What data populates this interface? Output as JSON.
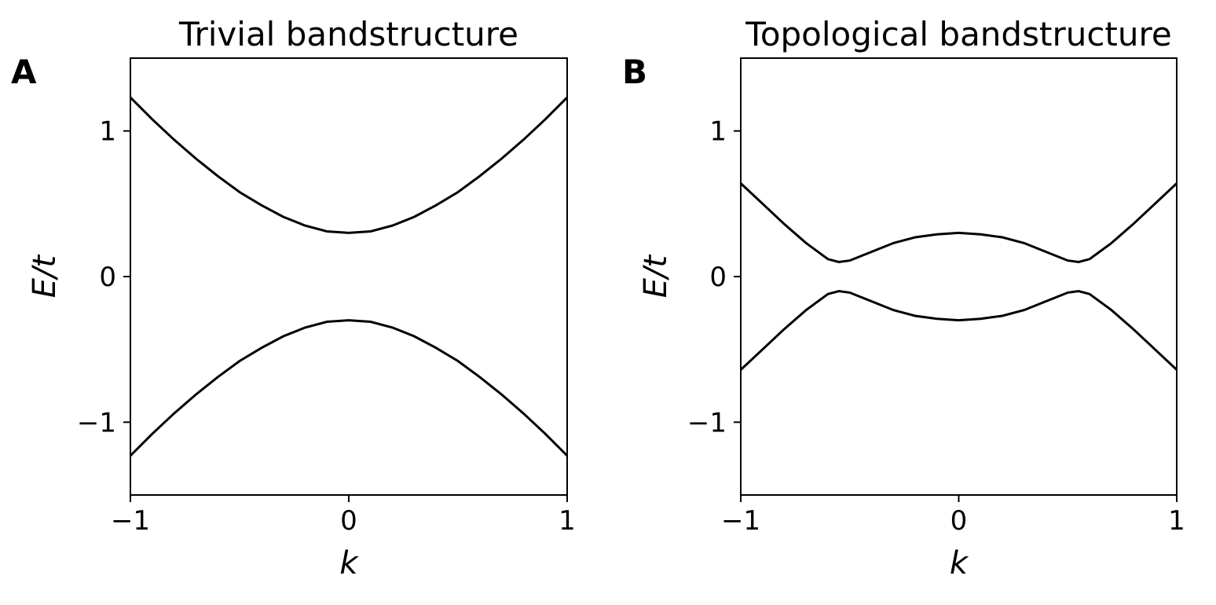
{
  "chart_data": [
    {
      "type": "line",
      "panel_label": "A",
      "title": "Trivial bandstructure",
      "xlabel": "k",
      "ylabel": "E/t",
      "xlim": [
        -1,
        1
      ],
      "ylim": [
        -1.5,
        1.5
      ],
      "xticks": [
        -1,
        0,
        1
      ],
      "xtick_labels": [
        "−1",
        "0",
        "1"
      ],
      "yticks": [
        -1,
        0,
        1
      ],
      "ytick_labels": [
        "−1",
        "0",
        "1"
      ],
      "grid": false,
      "series": [
        {
          "x": [
            -1,
            -0.9,
            -0.8,
            -0.7,
            -0.6,
            -0.5,
            -0.4,
            -0.3,
            -0.2,
            -0.1,
            0,
            0.1,
            0.2,
            0.3,
            0.4,
            0.5,
            0.6,
            0.7,
            0.8,
            0.9,
            1
          ],
          "y": [
            1.23,
            1.08,
            0.94,
            0.81,
            0.69,
            0.58,
            0.49,
            0.41,
            0.35,
            0.31,
            0.3,
            0.31,
            0.35,
            0.41,
            0.49,
            0.58,
            0.69,
            0.81,
            0.94,
            1.08,
            1.23
          ]
        },
        {
          "x": [
            -1,
            -0.9,
            -0.8,
            -0.7,
            -0.6,
            -0.5,
            -0.4,
            -0.3,
            -0.2,
            -0.1,
            0,
            0.1,
            0.2,
            0.3,
            0.4,
            0.5,
            0.6,
            0.7,
            0.8,
            0.9,
            1
          ],
          "y": [
            -1.23,
            -1.08,
            -0.94,
            -0.81,
            -0.69,
            -0.58,
            -0.49,
            -0.41,
            -0.35,
            -0.31,
            -0.3,
            -0.31,
            -0.35,
            -0.41,
            -0.49,
            -0.58,
            -0.69,
            -0.81,
            -0.94,
            -1.08,
            -1.23
          ]
        }
      ]
    },
    {
      "type": "line",
      "panel_label": "B",
      "title": "Topological bandstructure",
      "xlabel": "k",
      "ylabel": "E/t",
      "xlim": [
        -1,
        1
      ],
      "ylim": [
        -1.5,
        1.5
      ],
      "xticks": [
        -1,
        0,
        1
      ],
      "xtick_labels": [
        "−1",
        "0",
        "1"
      ],
      "yticks": [
        -1,
        0,
        1
      ],
      "ytick_labels": [
        "−1",
        "0",
        "1"
      ],
      "grid": false,
      "series": [
        {
          "x": [
            -1,
            -0.9,
            -0.8,
            -0.7,
            -0.6,
            -0.55,
            -0.5,
            -0.4,
            -0.3,
            -0.2,
            -0.1,
            0,
            0.1,
            0.2,
            0.3,
            0.4,
            0.5,
            0.55,
            0.6,
            0.7,
            0.8,
            0.9,
            1
          ],
          "y": [
            0.64,
            0.5,
            0.36,
            0.23,
            0.12,
            0.1,
            0.11,
            0.17,
            0.23,
            0.27,
            0.29,
            0.3,
            0.29,
            0.27,
            0.23,
            0.17,
            0.11,
            0.1,
            0.12,
            0.23,
            0.36,
            0.5,
            0.64
          ]
        },
        {
          "x": [
            -1,
            -0.9,
            -0.8,
            -0.7,
            -0.6,
            -0.55,
            -0.5,
            -0.4,
            -0.3,
            -0.2,
            -0.1,
            0,
            0.1,
            0.2,
            0.3,
            0.4,
            0.5,
            0.55,
            0.6,
            0.7,
            0.8,
            0.9,
            1
          ],
          "y": [
            -0.64,
            -0.5,
            -0.36,
            -0.23,
            -0.12,
            -0.1,
            -0.11,
            -0.17,
            -0.23,
            -0.27,
            -0.29,
            -0.3,
            -0.29,
            -0.27,
            -0.23,
            -0.17,
            -0.11,
            -0.1,
            -0.12,
            -0.23,
            -0.36,
            -0.5,
            -0.64
          ]
        }
      ]
    }
  ]
}
